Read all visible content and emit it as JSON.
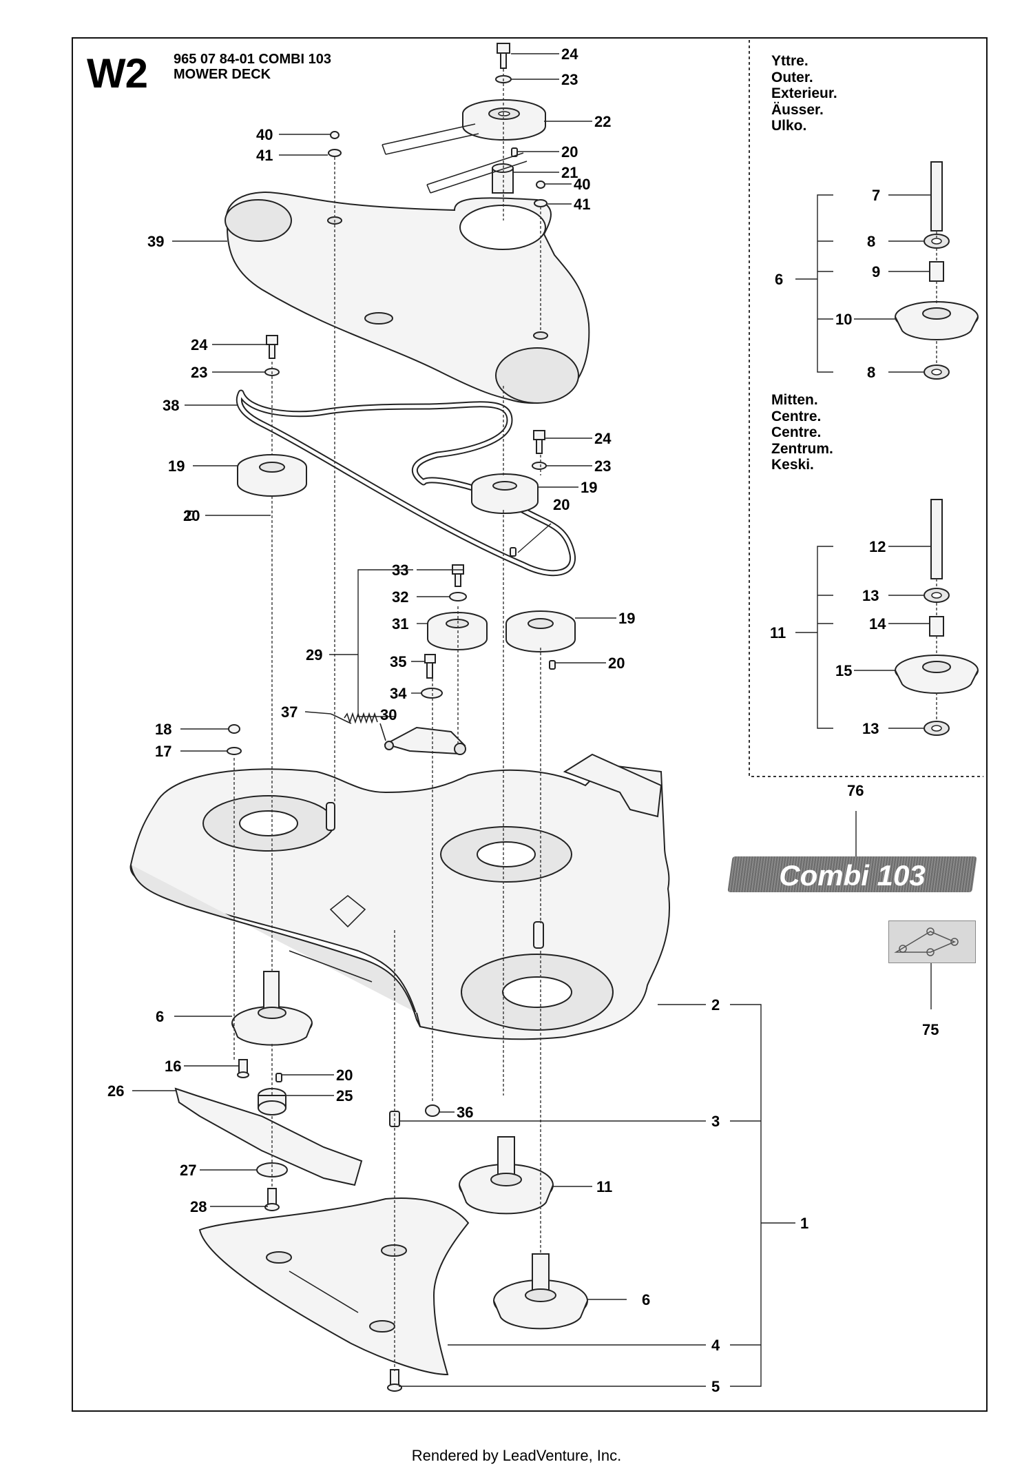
{
  "header": {
    "page_code": "W2",
    "part_number_line": "965 07 84-01 COMBI 103",
    "title": "MOWER DECK"
  },
  "outer_group": {
    "labels": [
      "Yttre.",
      "Outer.",
      "Exterieur.",
      "Äusser.",
      "Ulko."
    ]
  },
  "center_group": {
    "labels": [
      "Mitten.",
      "Centre.",
      "Centre.",
      "Zentrum.",
      "Keski."
    ]
  },
  "badge": {
    "text": "Combi 103"
  },
  "footer": {
    "text": "Rendered by LeadVenture, Inc."
  },
  "callouts": [
    {
      "id": "c24a",
      "label": "24"
    },
    {
      "id": "c23a",
      "label": "23"
    },
    {
      "id": "c22",
      "label": "22"
    },
    {
      "id": "c20a",
      "label": "20"
    },
    {
      "id": "c21",
      "label": "21"
    },
    {
      "id": "c40a",
      "label": "40"
    },
    {
      "id": "c41a",
      "label": "41"
    },
    {
      "id": "c40b",
      "label": "40"
    },
    {
      "id": "c41b",
      "label": "41"
    },
    {
      "id": "c39",
      "label": "39"
    },
    {
      "id": "c24b",
      "label": "24"
    },
    {
      "id": "c23b",
      "label": "23"
    },
    {
      "id": "c38",
      "label": "38"
    },
    {
      "id": "c24c",
      "label": "24"
    },
    {
      "id": "c23c",
      "label": "23"
    },
    {
      "id": "c19a",
      "label": "19"
    },
    {
      "id": "c19b",
      "label": "19"
    },
    {
      "id": "c20b",
      "label": "20"
    },
    {
      "id": "c20c",
      "label": "20"
    },
    {
      "id": "c33",
      "label": "33"
    },
    {
      "id": "c32",
      "label": "32"
    },
    {
      "id": "c31",
      "label": "31"
    },
    {
      "id": "c29",
      "label": "29"
    },
    {
      "id": "c35",
      "label": "35"
    },
    {
      "id": "c34",
      "label": "34"
    },
    {
      "id": "c37",
      "label": "37"
    },
    {
      "id": "c30",
      "label": "30"
    },
    {
      "id": "c19c",
      "label": "19"
    },
    {
      "id": "c20d",
      "label": "20"
    },
    {
      "id": "c18",
      "label": "18"
    },
    {
      "id": "c17",
      "label": "17"
    },
    {
      "id": "c6a",
      "label": "6"
    },
    {
      "id": "c16",
      "label": "16"
    },
    {
      "id": "c20e",
      "label": "20"
    },
    {
      "id": "c26",
      "label": "26"
    },
    {
      "id": "c25",
      "label": "25"
    },
    {
      "id": "c27",
      "label": "27"
    },
    {
      "id": "c28",
      "label": "28"
    },
    {
      "id": "c36",
      "label": "36"
    },
    {
      "id": "c2",
      "label": "2"
    },
    {
      "id": "c3",
      "label": "3"
    },
    {
      "id": "c11a",
      "label": "11"
    },
    {
      "id": "c1",
      "label": "1"
    },
    {
      "id": "c6b",
      "label": "6"
    },
    {
      "id": "c4",
      "label": "4"
    },
    {
      "id": "c5",
      "label": "5"
    },
    {
      "id": "c76",
      "label": "76"
    },
    {
      "id": "c75",
      "label": "75"
    },
    {
      "id": "c7",
      "label": "7"
    },
    {
      "id": "c8a",
      "label": "8"
    },
    {
      "id": "c9",
      "label": "9"
    },
    {
      "id": "c6c",
      "label": "6"
    },
    {
      "id": "c10",
      "label": "10"
    },
    {
      "id": "c8b",
      "label": "8"
    },
    {
      "id": "c12",
      "label": "12"
    },
    {
      "id": "c13a",
      "label": "13"
    },
    {
      "id": "c14",
      "label": "14"
    },
    {
      "id": "c11b",
      "label": "11"
    },
    {
      "id": "c15",
      "label": "15"
    },
    {
      "id": "c13b",
      "label": "13"
    }
  ]
}
